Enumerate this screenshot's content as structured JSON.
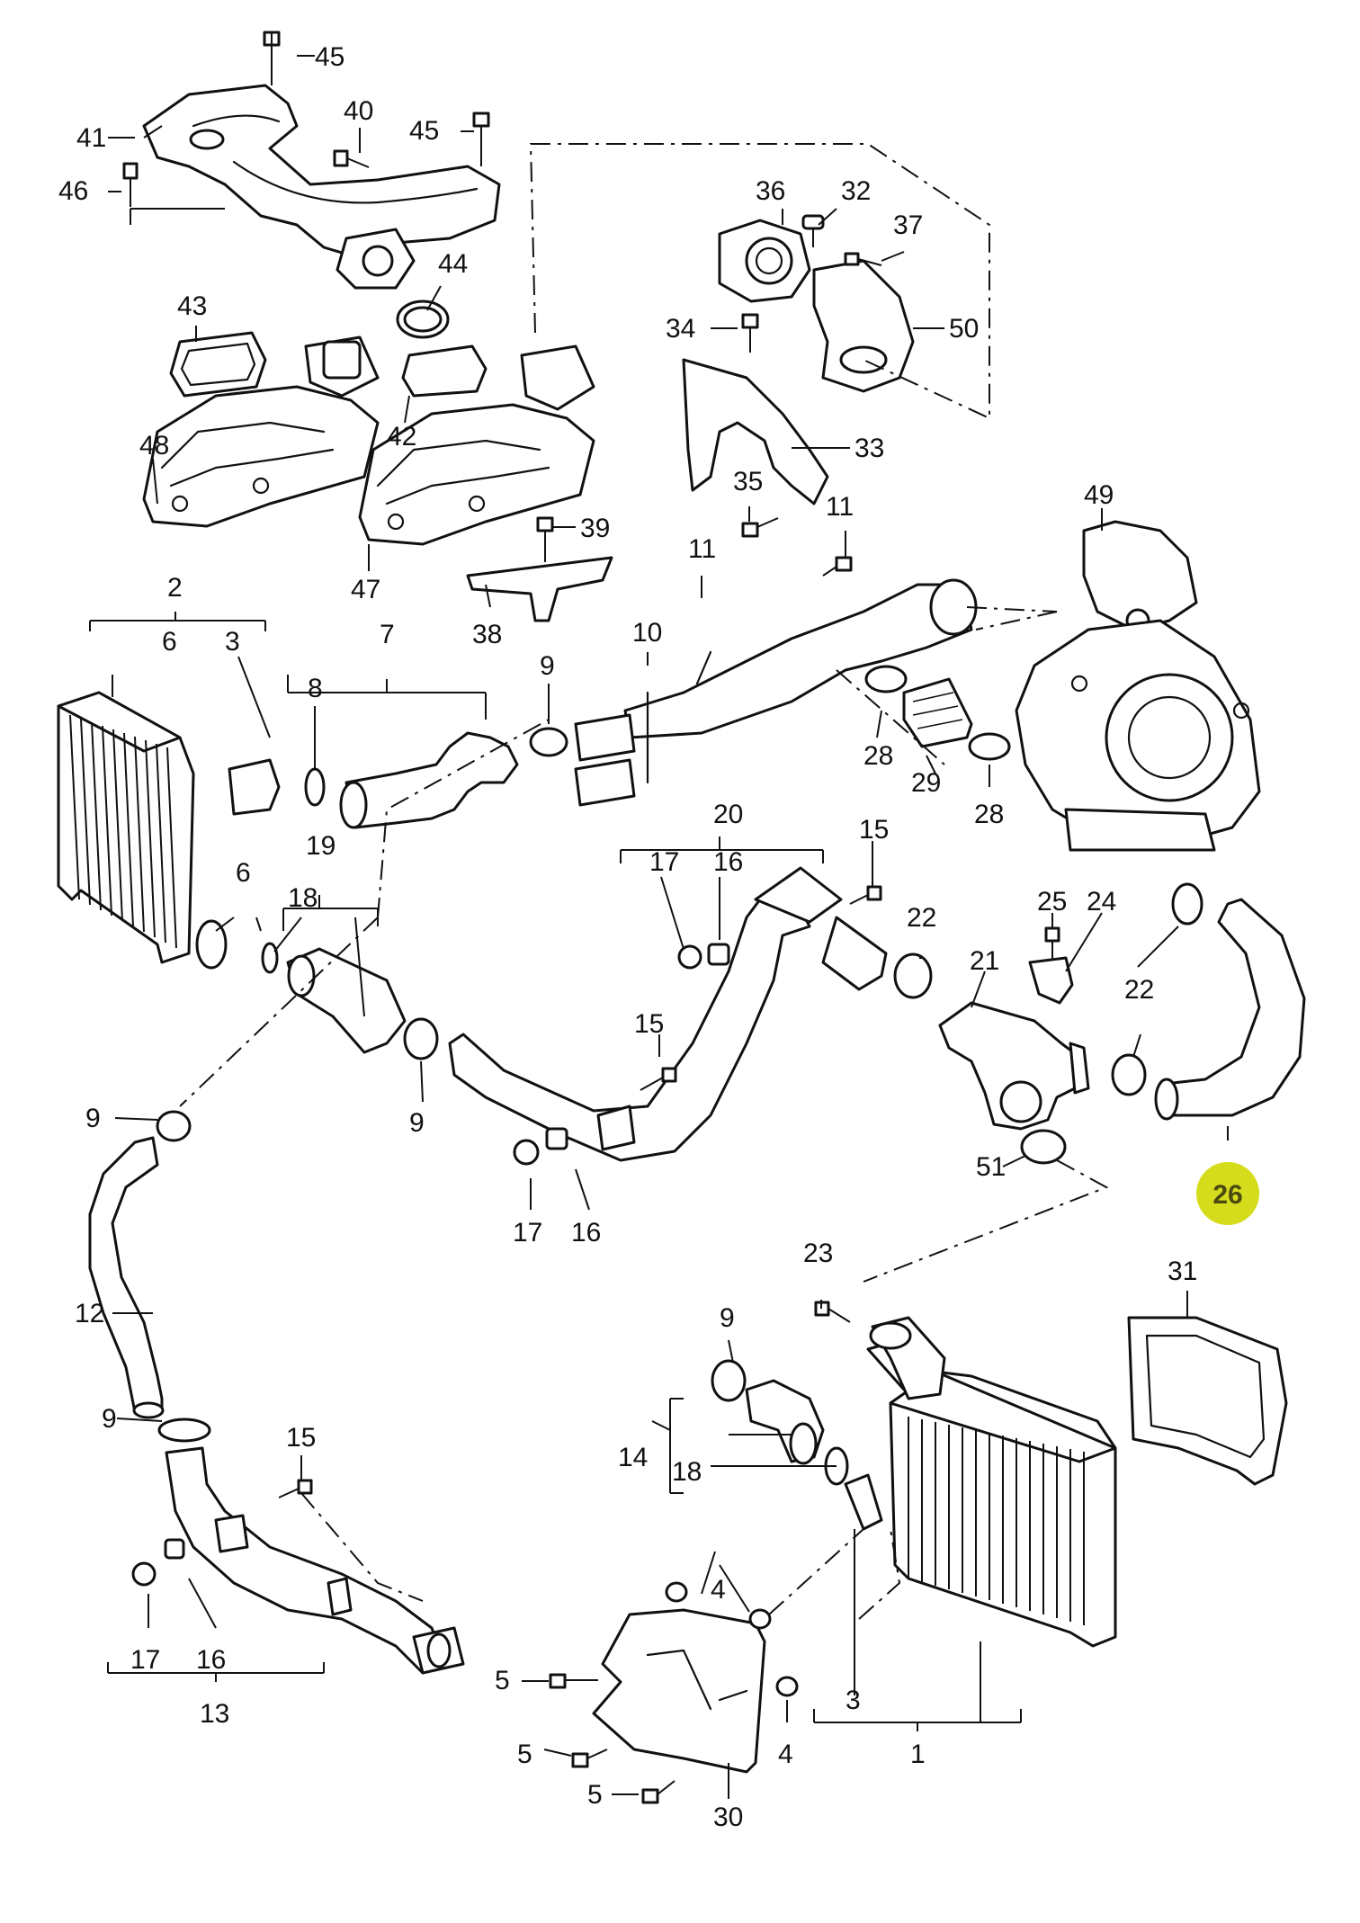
{
  "diagram": {
    "highlight_color": "#d5dc1c",
    "highlighted_part": "26",
    "labels": {
      "l1": "1",
      "l2": "2",
      "l3a": "3",
      "l3b": "3",
      "l4a": "4",
      "l4b": "4",
      "l5a": "5",
      "l5b": "5",
      "l5c": "5",
      "l6a": "6",
      "l6b": "6",
      "l7": "7",
      "l8": "8",
      "l9a": "9",
      "l9b": "9",
      "l9c": "9",
      "l9d": "9",
      "l9e": "9",
      "l10": "10",
      "l11a": "11",
      "l11b": "11",
      "l12": "12",
      "l13": "13",
      "l14": "14",
      "l15a": "15",
      "l15b": "15",
      "l15c": "15",
      "l16a": "16",
      "l16b": "16",
      "l16c": "16",
      "l17a": "17",
      "l17b": "17",
      "l17c": "17",
      "l18a": "18",
      "l18b": "18",
      "l19": "19",
      "l20": "20",
      "l21": "21",
      "l22a": "22",
      "l22b": "22",
      "l23": "23",
      "l24": "24",
      "l25": "25",
      "l26": "26",
      "l28a": "28",
      "l28b": "28",
      "l29": "29",
      "l30": "30",
      "l31": "31",
      "l32": "32",
      "l33": "33",
      "l34": "34",
      "l35": "35",
      "l36": "36",
      "l37": "37",
      "l38": "38",
      "l39": "39",
      "l40": "40",
      "l41": "41",
      "l42": "42",
      "l43": "43",
      "l44": "44",
      "l45a": "45",
      "l45b": "45",
      "l46": "46",
      "l47": "47",
      "l48": "48",
      "l49": "49",
      "l50": "50",
      "l51": "51"
    }
  }
}
